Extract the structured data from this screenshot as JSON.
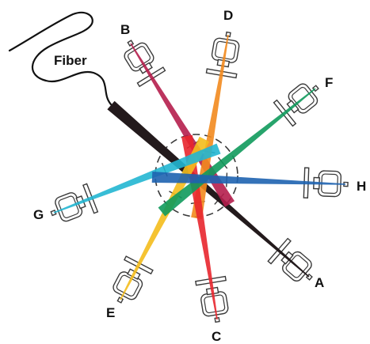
{
  "fiber": {
    "label": "Fiber",
    "color": "#111111"
  },
  "ports": [
    {
      "key": "A",
      "label": "A",
      "color": "#231a1c"
    },
    {
      "key": "B",
      "label": "B",
      "color": "#b51e4c"
    },
    {
      "key": "C",
      "label": "C",
      "color": "#e8262d"
    },
    {
      "key": "D",
      "label": "D",
      "color": "#f28a1e"
    },
    {
      "key": "E",
      "label": "E",
      "color": "#f4bc1c"
    },
    {
      "key": "F",
      "label": "F",
      "color": "#0f9a5c"
    },
    {
      "key": "G",
      "label": "G",
      "color": "#22b6d2"
    },
    {
      "key": "H",
      "label": "H",
      "color": "#1e63b0"
    }
  ]
}
